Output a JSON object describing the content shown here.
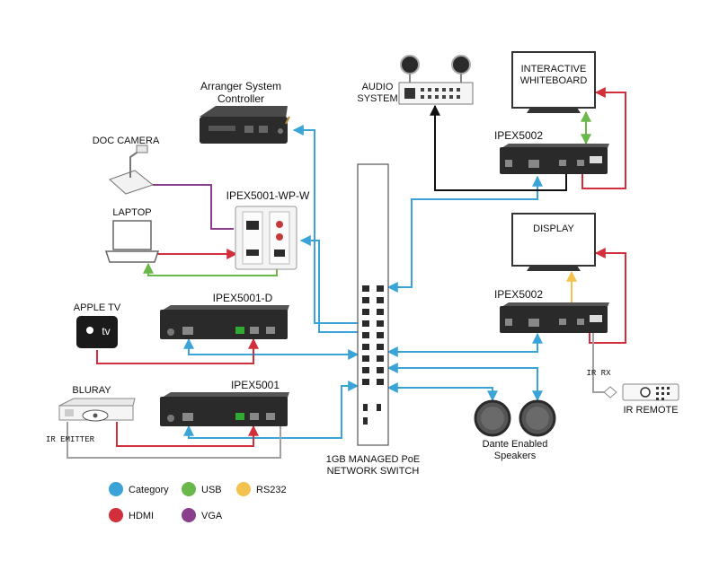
{
  "devices": {
    "arranger": "Arranger System Controller",
    "arranger_line1": "Arranger System",
    "arranger_line2": "Controller",
    "doc_camera": "DOC CAMERA",
    "laptop": "LAPTOP",
    "wallplate": "IPEX5001-WP-W",
    "apple_tv": "APPLE TV",
    "apple_tv_logo": "tv",
    "ipex5001d": "IPEX5001-D",
    "bluray": "BLURAY",
    "ipex5001": "IPEX5001",
    "ir_emitter": "IR EMITTER",
    "audio_system_line1": "AUDIO",
    "audio_system_line2": "SYSTEM",
    "whiteboard_line1": "INTERACTIVE",
    "whiteboard_line2": "WHITEBOARD",
    "ipex5002_top": "IPEX5002",
    "display": "DISPLAY",
    "ipex5002_bottom": "IPEX5002",
    "ir_rx": "IR RX",
    "ir_remote": "IR REMOTE",
    "speakers_line1": "Dante Enabled",
    "speakers_line2": "Speakers",
    "switch_line1": "1GB MANAGED PoE",
    "switch_line2": "NETWORK SWITCH"
  },
  "legend": [
    {
      "label": "Category",
      "color": "#3aa3d8"
    },
    {
      "label": "USB",
      "color": "#6ab84a"
    },
    {
      "label": "RS232",
      "color": "#f2c14e"
    },
    {
      "label": "HDMI",
      "color": "#d12f3c"
    },
    {
      "label": "VGA",
      "color": "#8a3f8c"
    }
  ],
  "colors": {
    "category": "#3aa3d8",
    "usb": "#6ab84a",
    "rs232": "#f2c14e",
    "hdmi": "#d12f3c",
    "vga": "#8a3f8c",
    "ir": "#999999",
    "audio": "#111111"
  }
}
